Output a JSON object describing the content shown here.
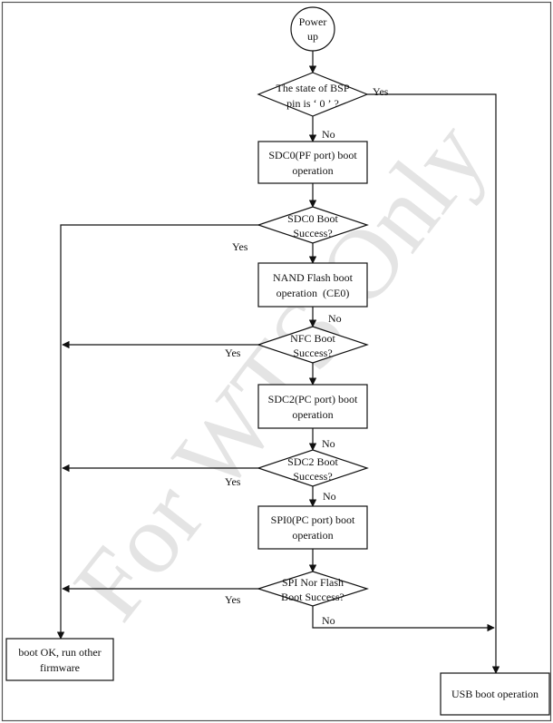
{
  "watermark": "For WTS Only",
  "nodes": {
    "start": [
      "Power",
      "up"
    ],
    "bsp_check": [
      "The state of BSP",
      "pin is ‘ 0 ’ ?"
    ],
    "sdc0_boot": [
      "SDC0(PF port) boot",
      "operation"
    ],
    "sdc0_success": [
      "SDC0 Boot",
      "Success?"
    ],
    "nand_boot": [
      "NAND Flash boot",
      "operation  (CE0)"
    ],
    "nfc_success": [
      "NFC Boot",
      "Success?"
    ],
    "sdc2_boot": [
      "SDC2(PC port) boot",
      "operation"
    ],
    "sdc2_success": [
      "SDC2 Boot",
      "Success?"
    ],
    "spi0_boot": [
      "SPI0(PC port) boot",
      "operation"
    ],
    "spi_success": [
      "SPI Nor Flash",
      "Boot Success?"
    ],
    "boot_ok": [
      "boot OK, run other",
      "firmware"
    ],
    "usb_boot": [
      "USB boot operation"
    ]
  },
  "edge_labels": {
    "bsp_yes": "Yes",
    "bsp_no": "No",
    "sdc0_yes": "Yes",
    "nand_no": "No",
    "nfc_yes": "Yes",
    "sdc2_no_upper": "No",
    "sdc2_yes": "Yes",
    "sdc2_no": "No",
    "spi_yes": "Yes",
    "spi_no": "No"
  },
  "colors": {
    "line": "#111111",
    "frame": "#555555",
    "watermark": "#e4e4e4"
  }
}
